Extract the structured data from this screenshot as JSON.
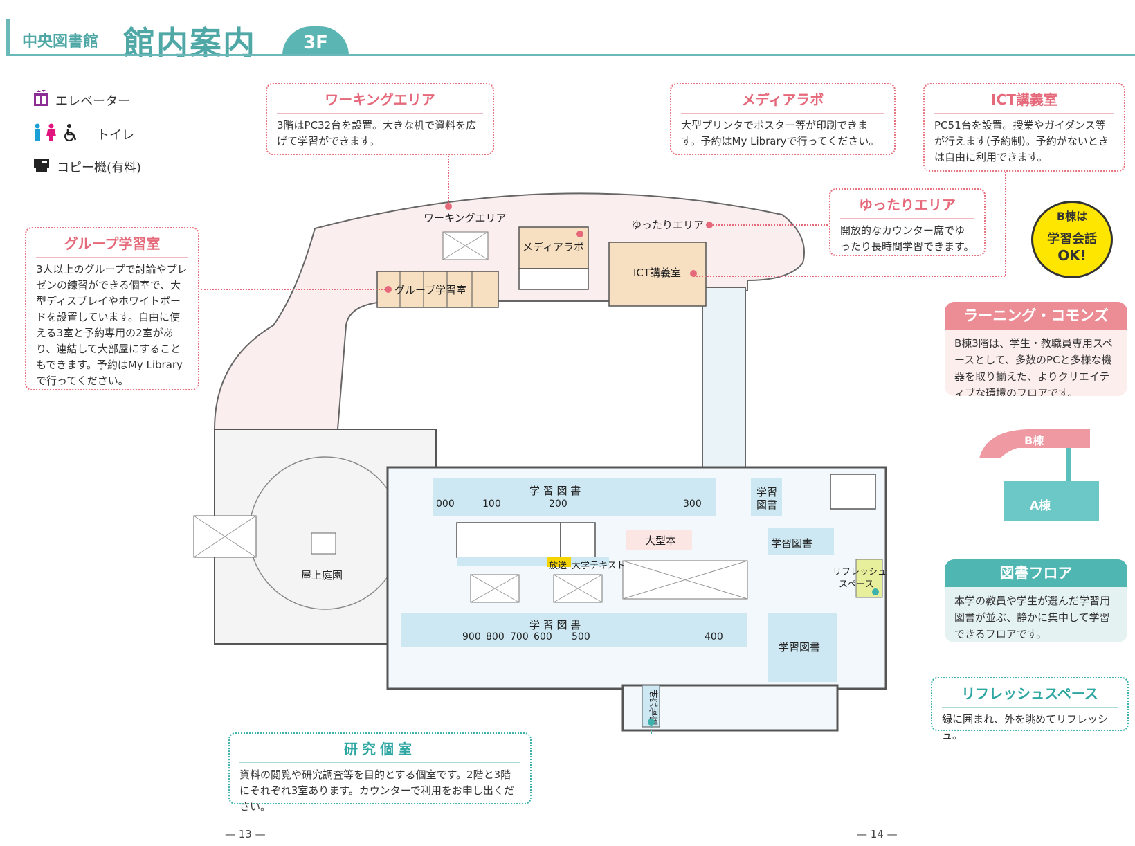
{
  "header": {
    "subtitle": "中央図書館",
    "title": "館内案内",
    "floor": "3F"
  },
  "legend": {
    "elevator": "エレベーター",
    "toilet": "トイレ",
    "copier": "コピー機(有料)",
    "elevator_icon": "elevator-icon",
    "toilet_icon": "restroom-icon",
    "copier_icon": "copier-icon"
  },
  "callouts": {
    "working": {
      "title": "ワーキングエリア",
      "body": "3階はPC32台を設置。大きな机で資料を広げて学習ができます。"
    },
    "media": {
      "title": "メディアラボ",
      "body": "大型プリンタでポスター等が印刷できます。予約はMy Libraryで行ってください。"
    },
    "ict": {
      "title": "ICT講義室",
      "body": "PC51台を設置。授業やガイダンス等が行えます(予約制)。予約がないときは自由に利用できます。"
    },
    "relax": {
      "title": "ゆったりエリア",
      "body": "開放的なカウンター席でゆったり長時間学習できます。"
    },
    "group": {
      "title": "グループ学習室",
      "body": "3人以上のグループで討論やプレゼンの練習ができる個室で、大型ディスプレイやホワイトボードを設置しています。自由に使える3室と予約専用の2室があり、連結して大部屋にすることもできます。予約はMy Libraryで行ってください。"
    },
    "study": {
      "title": "研究個室",
      "body": "資料の閲覧や研究調査等を目的とする個室です。2階と3階にそれぞれ3室あります。カウンターで利用をお申し出ください。"
    },
    "refresh": {
      "title": "リフレッシュスペース",
      "body": "緑に囲まれ、外を眺めてリフレッシュ。"
    }
  },
  "badge": {
    "line1": "B棟は",
    "line2": "学習会話",
    "line3": "OK!"
  },
  "panels": {
    "commons": {
      "title": "ラーニング・コモンズ",
      "body": "B棟3階は、学生・教職員専用スペースとして、多数のPCと多様な機器を取り揃えた、よりクリエイティブな環境のフロアです。"
    },
    "books": {
      "title": "図書フロア",
      "body": "本学の教員や学生が選んだ学習用図書が並ぶ、静かに集中して学習できるフロアです。"
    }
  },
  "mini_map": {
    "b": "B棟",
    "a": "A棟"
  },
  "map": {
    "working": "ワーキングエリア",
    "media": "メディアラボ",
    "relax": "ゆったりエリア",
    "ict": "ICT講義室",
    "group": "グループ学習室",
    "garden": "屋上庭園",
    "study_top": "学 習 図 書",
    "study_bottom": "学 習 図 書",
    "study_r1_a": "学習",
    "study_r1_b": "図書",
    "study_r2": "学習図書",
    "study_r3": "学習図書",
    "oversize": "大型本",
    "broadcast": "放送",
    "univ_text": "大学テキスト",
    "refresh_a": "リフレッシュ",
    "refresh_b": "スペース",
    "kenkyu": "研究個室",
    "top_nums": [
      "000",
      "100",
      "200",
      "300"
    ],
    "bottom_nums": [
      "900",
      "800",
      "700",
      "600",
      "500",
      "400"
    ]
  },
  "pages": {
    "left": "— 13 —",
    "right": "— 14 —"
  },
  "colors": {
    "teal": "#4fa8a6",
    "pink": "#e5697a",
    "shelf": "#cde8f2",
    "room": "#f7dfc2",
    "floor": "#fbeeee"
  }
}
